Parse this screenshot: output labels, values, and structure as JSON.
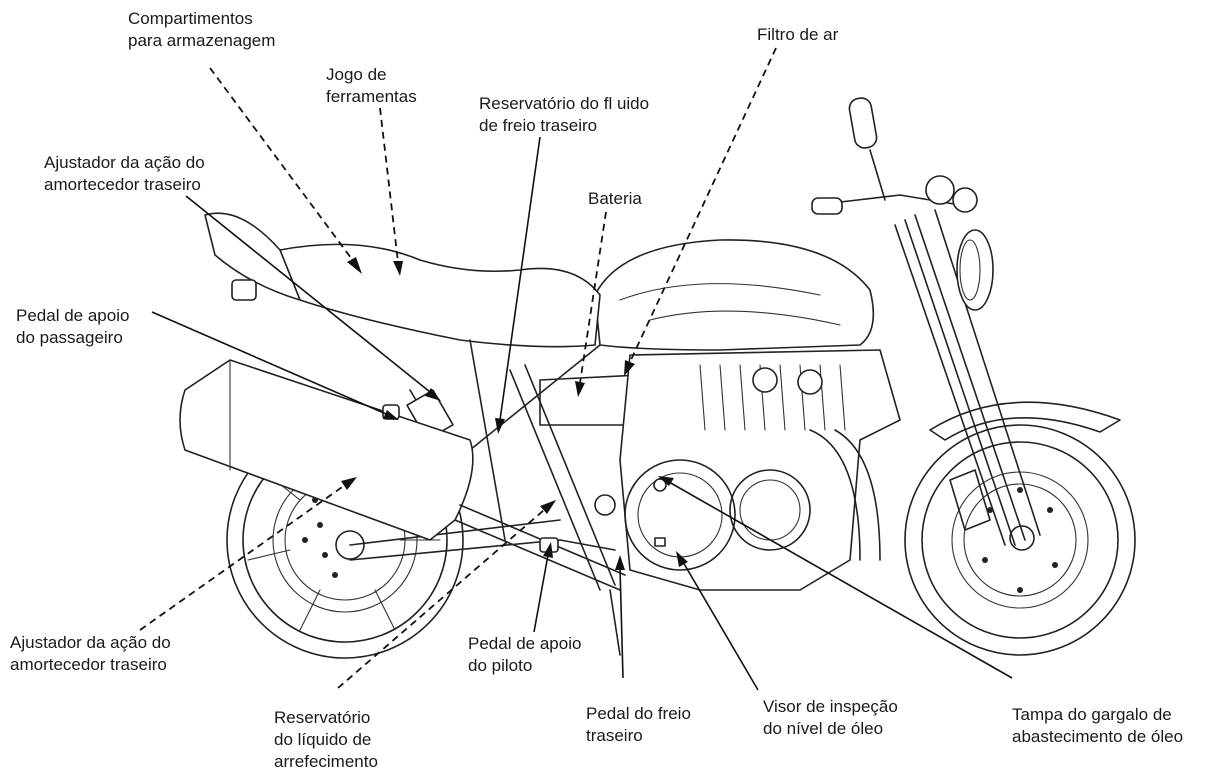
{
  "labels": {
    "storage": [
      "Compartimentos",
      "para armazenagem"
    ],
    "tools": [
      "Jogo de",
      "ferramentas"
    ],
    "air_filter": [
      "Filtro de ar"
    ],
    "brake_reservoir": [
      "Reservatório do fl uido",
      "de freio traseiro"
    ],
    "shock_adjuster_top": [
      "Ajustador da ação do",
      "amortecedor traseiro"
    ],
    "battery": [
      "Bateria"
    ],
    "passenger_peg": [
      "Pedal de apoio",
      "do passageiro"
    ],
    "shock_adjuster_bottom": [
      "Ajustador da ação do",
      "amortecedor traseiro"
    ],
    "coolant_reservoir": [
      "Reservatório",
      "do líquido de",
      "arrefecimento"
    ],
    "rider_peg": [
      "Pedal de apoio",
      "do piloto"
    ],
    "rear_brake_pedal": [
      "Pedal do freio",
      "traseiro"
    ],
    "oil_sight_glass": [
      "Visor de inspeção",
      "do nível de óleo"
    ],
    "oil_filler_cap": [
      "Tampa do gargalo de",
      "abastecimento de óleo"
    ]
  }
}
